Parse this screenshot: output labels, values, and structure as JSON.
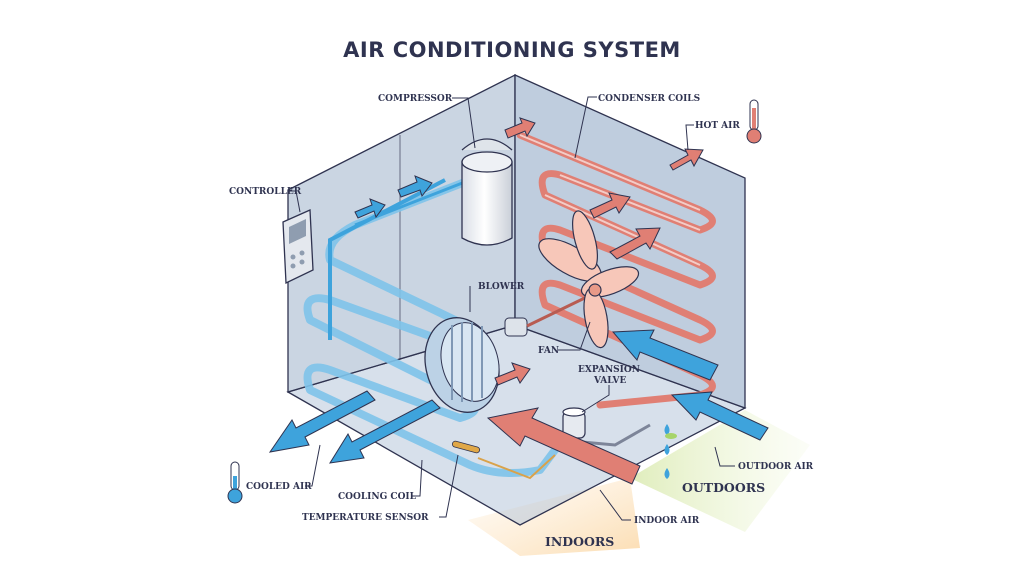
{
  "title": "AIR CONDITIONING SYSTEM",
  "labels": {
    "compressor": "COMPRESSOR",
    "condenser_coils": "CONDENSER COILS",
    "hot_air": "HOT AIR",
    "controller": "CONTROLLER",
    "blower": "BLOWER",
    "fan": "FAN",
    "expansion_valve_1": "EXPANSION",
    "expansion_valve_2": "VALVE",
    "outdoor_air": "OUTDOOR AIR",
    "outdoors": "OUTDOORS",
    "cooled_air": "COOLED AIR",
    "cooling_coil": "COOLING COIL",
    "temperature_sensor": "TEMPERATURE SENSOR",
    "indoor_air": "INDOOR AIR",
    "indoors": "INDOORS"
  },
  "colors": {
    "hot": "#e07f74",
    "cold": "#3ea3dc",
    "housing": "#aebfd4",
    "ink": "#2f3350"
  }
}
